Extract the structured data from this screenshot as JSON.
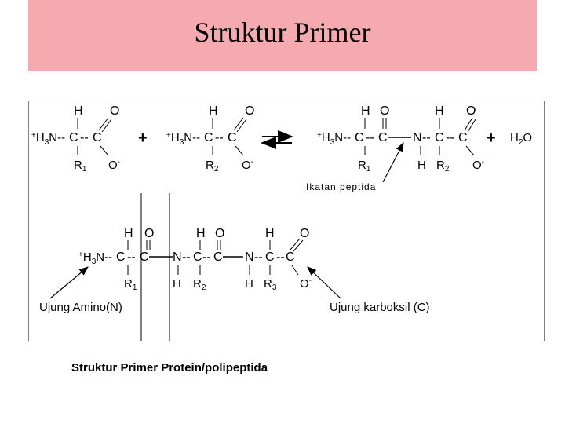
{
  "slide": {
    "title": "Struktur Primer",
    "caption": "Struktur Primer Protein/polipeptida"
  },
  "atoms": {
    "H": "H",
    "O": "O",
    "C": "C",
    "N": "N",
    "Ominus": "O-",
    "plus": "+",
    "NH3": "+H3N",
    "water": "H2O",
    "R1": "R1",
    "R2": "R2",
    "R3": "R3"
  },
  "labels": {
    "peptide_bond": "Ikatan peptida",
    "amino_end": "Ujung Amino(N)",
    "carboxyl_end": "Ujung karboksil (C)"
  },
  "colors": {
    "title_background": "#f4aaaf",
    "ink": "#000000"
  }
}
